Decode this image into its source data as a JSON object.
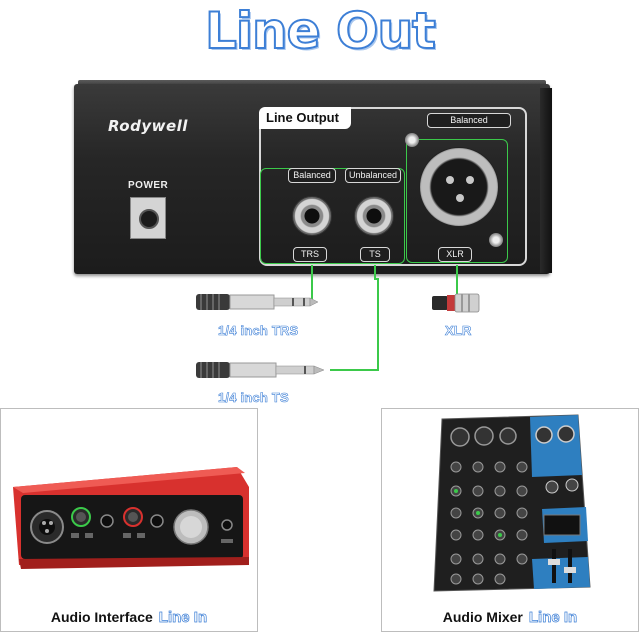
{
  "title": "Line Out",
  "device": {
    "brand": "Rodywell",
    "power_label": "POWER",
    "panel_title": "Line Output",
    "left_group_label_1": "Balanced",
    "left_group_label_2": "Unbalanced",
    "jack_1_label": "TRS",
    "jack_2_label": "TS",
    "xlr_top_label": "Balanced",
    "xlr_label": "XLR"
  },
  "plugs": {
    "trs_label": "1/4 inch TRS",
    "xlr_label": "XLR",
    "ts_label": "1/4 inch TS"
  },
  "cards": [
    {
      "name": "Audio Interface",
      "line": "Line In"
    },
    {
      "name": "Audio Mixer",
      "line": "Line In"
    }
  ],
  "colors": {
    "title_blue": "#3d7fd6",
    "connector_green": "#3bc94a",
    "interface_red": "#d8312e",
    "mixer_blue": "#2e7fc0"
  }
}
